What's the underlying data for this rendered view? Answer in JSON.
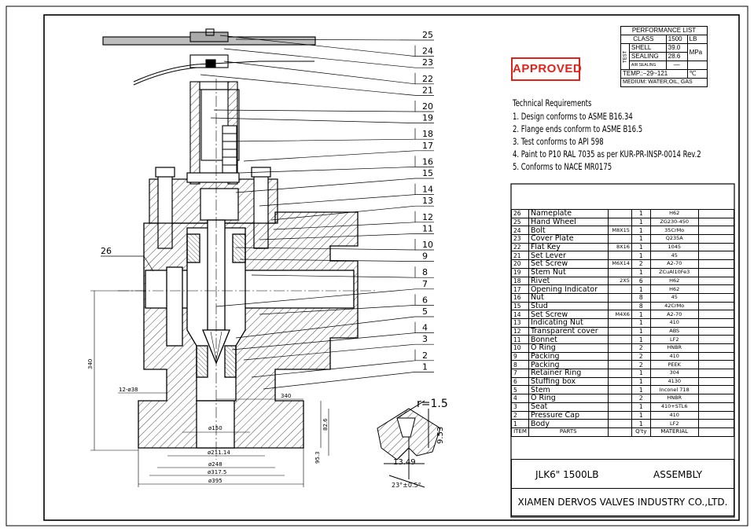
{
  "stamp": "APPROVED",
  "performance": {
    "title": "PERFORMANCE LIST",
    "class_label": "CLASS",
    "class_value": "1500",
    "class_unit": "LB",
    "test_label": "TEST",
    "shell_label": "SHELL",
    "shell_value": "39.0",
    "sealing_label": "SEALING",
    "sealing_value": "28.6",
    "pressure_unit": "MPa",
    "air_label": "AIR SEALING",
    "air_value": "—",
    "temp_label": "TEMP.:−29~121",
    "temp_unit": "℃",
    "medium": "MEDIUM: WATER,OIL, GAS"
  },
  "technical": {
    "heading": "Technical Requirements",
    "items": [
      "1. Design conforms to ASME B16.34",
      "2. Flange ends conform to ASME B16.5",
      "3. Test conforms to API 598",
      "4. Paint to P10 RAL 7035 as per KUR-PR-INSP-0014 Rev.2",
      "5. Conforms to NACE MR0175"
    ]
  },
  "bom": {
    "header": {
      "item": "ITEM",
      "parts": "PARTS",
      "qty": "Q'ty",
      "material": "MATERIAL"
    },
    "rows": [
      {
        "n": "26",
        "part": "Nameplate",
        "spec": "",
        "qty": "1",
        "mat": "H62"
      },
      {
        "n": "25",
        "part": "Hand Wheel",
        "spec": "",
        "qty": "1",
        "mat": "ZG230-450"
      },
      {
        "n": "24",
        "part": "Bolt",
        "spec": "M8X15",
        "qty": "1",
        "mat": "35CrMo"
      },
      {
        "n": "23",
        "part": "Cover Plate",
        "spec": "",
        "qty": "1",
        "mat": "Q235A"
      },
      {
        "n": "22",
        "part": "Flat Key",
        "spec": "8X16",
        "qty": "1",
        "mat": "1045"
      },
      {
        "n": "21",
        "part": "Set Lever",
        "spec": "",
        "qty": "1",
        "mat": "45"
      },
      {
        "n": "20",
        "part": "Set Screw",
        "spec": "M6X14",
        "qty": "2",
        "mat": "A2-70"
      },
      {
        "n": "19",
        "part": "Stem Nut",
        "spec": "",
        "qty": "1",
        "mat": "ZCuAl10Fe3"
      },
      {
        "n": "18",
        "part": "Rivet",
        "spec": "2X5",
        "qty": "6",
        "mat": "H62"
      },
      {
        "n": "17",
        "part": "Opening Indicator",
        "spec": "",
        "qty": "1",
        "mat": "H62"
      },
      {
        "n": "16",
        "part": "Nut",
        "spec": "",
        "qty": "8",
        "mat": "45"
      },
      {
        "n": "15",
        "part": "Stud",
        "spec": "",
        "qty": "8",
        "mat": "42CrMo"
      },
      {
        "n": "14",
        "part": "Set Screw",
        "spec": "M4X6",
        "qty": "1",
        "mat": "A2-70"
      },
      {
        "n": "13",
        "part": "Indicating Nut",
        "spec": "",
        "qty": "1",
        "mat": "410"
      },
      {
        "n": "12",
        "part": "Transparent cover",
        "spec": "",
        "qty": "1",
        "mat": "ABS"
      },
      {
        "n": "11",
        "part": "Bonnet",
        "spec": "",
        "qty": "1",
        "mat": "LF2"
      },
      {
        "n": "10",
        "part": "O Ring",
        "spec": "",
        "qty": "2",
        "mat": "HNBR"
      },
      {
        "n": "9",
        "part": "Packing",
        "spec": "",
        "qty": "2",
        "mat": "410"
      },
      {
        "n": "8",
        "part": "Packing",
        "spec": "",
        "qty": "2",
        "mat": "PEEK"
      },
      {
        "n": "7",
        "part": "Retainer Ring",
        "spec": "",
        "qty": "1",
        "mat": "304"
      },
      {
        "n": "6",
        "part": "Stuffing box",
        "spec": "",
        "qty": "1",
        "mat": "4130"
      },
      {
        "n": "5",
        "part": "Stem",
        "spec": "",
        "qty": "1",
        "mat": "Inconel 718"
      },
      {
        "n": "4",
        "part": "O Ring",
        "spec": "",
        "qty": "2",
        "mat": "HNBR"
      },
      {
        "n": "3",
        "part": "Seat",
        "spec": "",
        "qty": "1",
        "mat": "410+STL6"
      },
      {
        "n": "2",
        "part": "Pressure Cap",
        "spec": "",
        "qty": "1",
        "mat": "410"
      },
      {
        "n": "1",
        "part": "Body",
        "spec": "",
        "qty": "1",
        "mat": "LF2"
      }
    ]
  },
  "title_block": {
    "model": "JLK6\" 1500LB",
    "type": "ASSEMBLY",
    "company": "XIAMEN DERVOS VALVES INDUSTRY CO.,LTD."
  },
  "drawing": {
    "callouts": [
      "25",
      "24",
      "23",
      "22",
      "21",
      "20",
      "19",
      "18",
      "17",
      "16",
      "15",
      "14",
      "13",
      "12",
      "11",
      "10",
      "9",
      "8",
      "7",
      "6",
      "5",
      "4",
      "3",
      "2",
      "1"
    ],
    "body_callout": "26",
    "dims": {
      "height": "340",
      "width": "340",
      "holes": "12-ø38",
      "d150": "ø150",
      "d211": "ø211.14",
      "d248": "ø248",
      "d317": "ø317.5",
      "d395": "ø395",
      "h826": "82.6",
      "h953": "95.3",
      "r": "r=1.5",
      "d953b": "9.53",
      "d1349": "13.49",
      "angle": "23°±0.5°"
    }
  }
}
